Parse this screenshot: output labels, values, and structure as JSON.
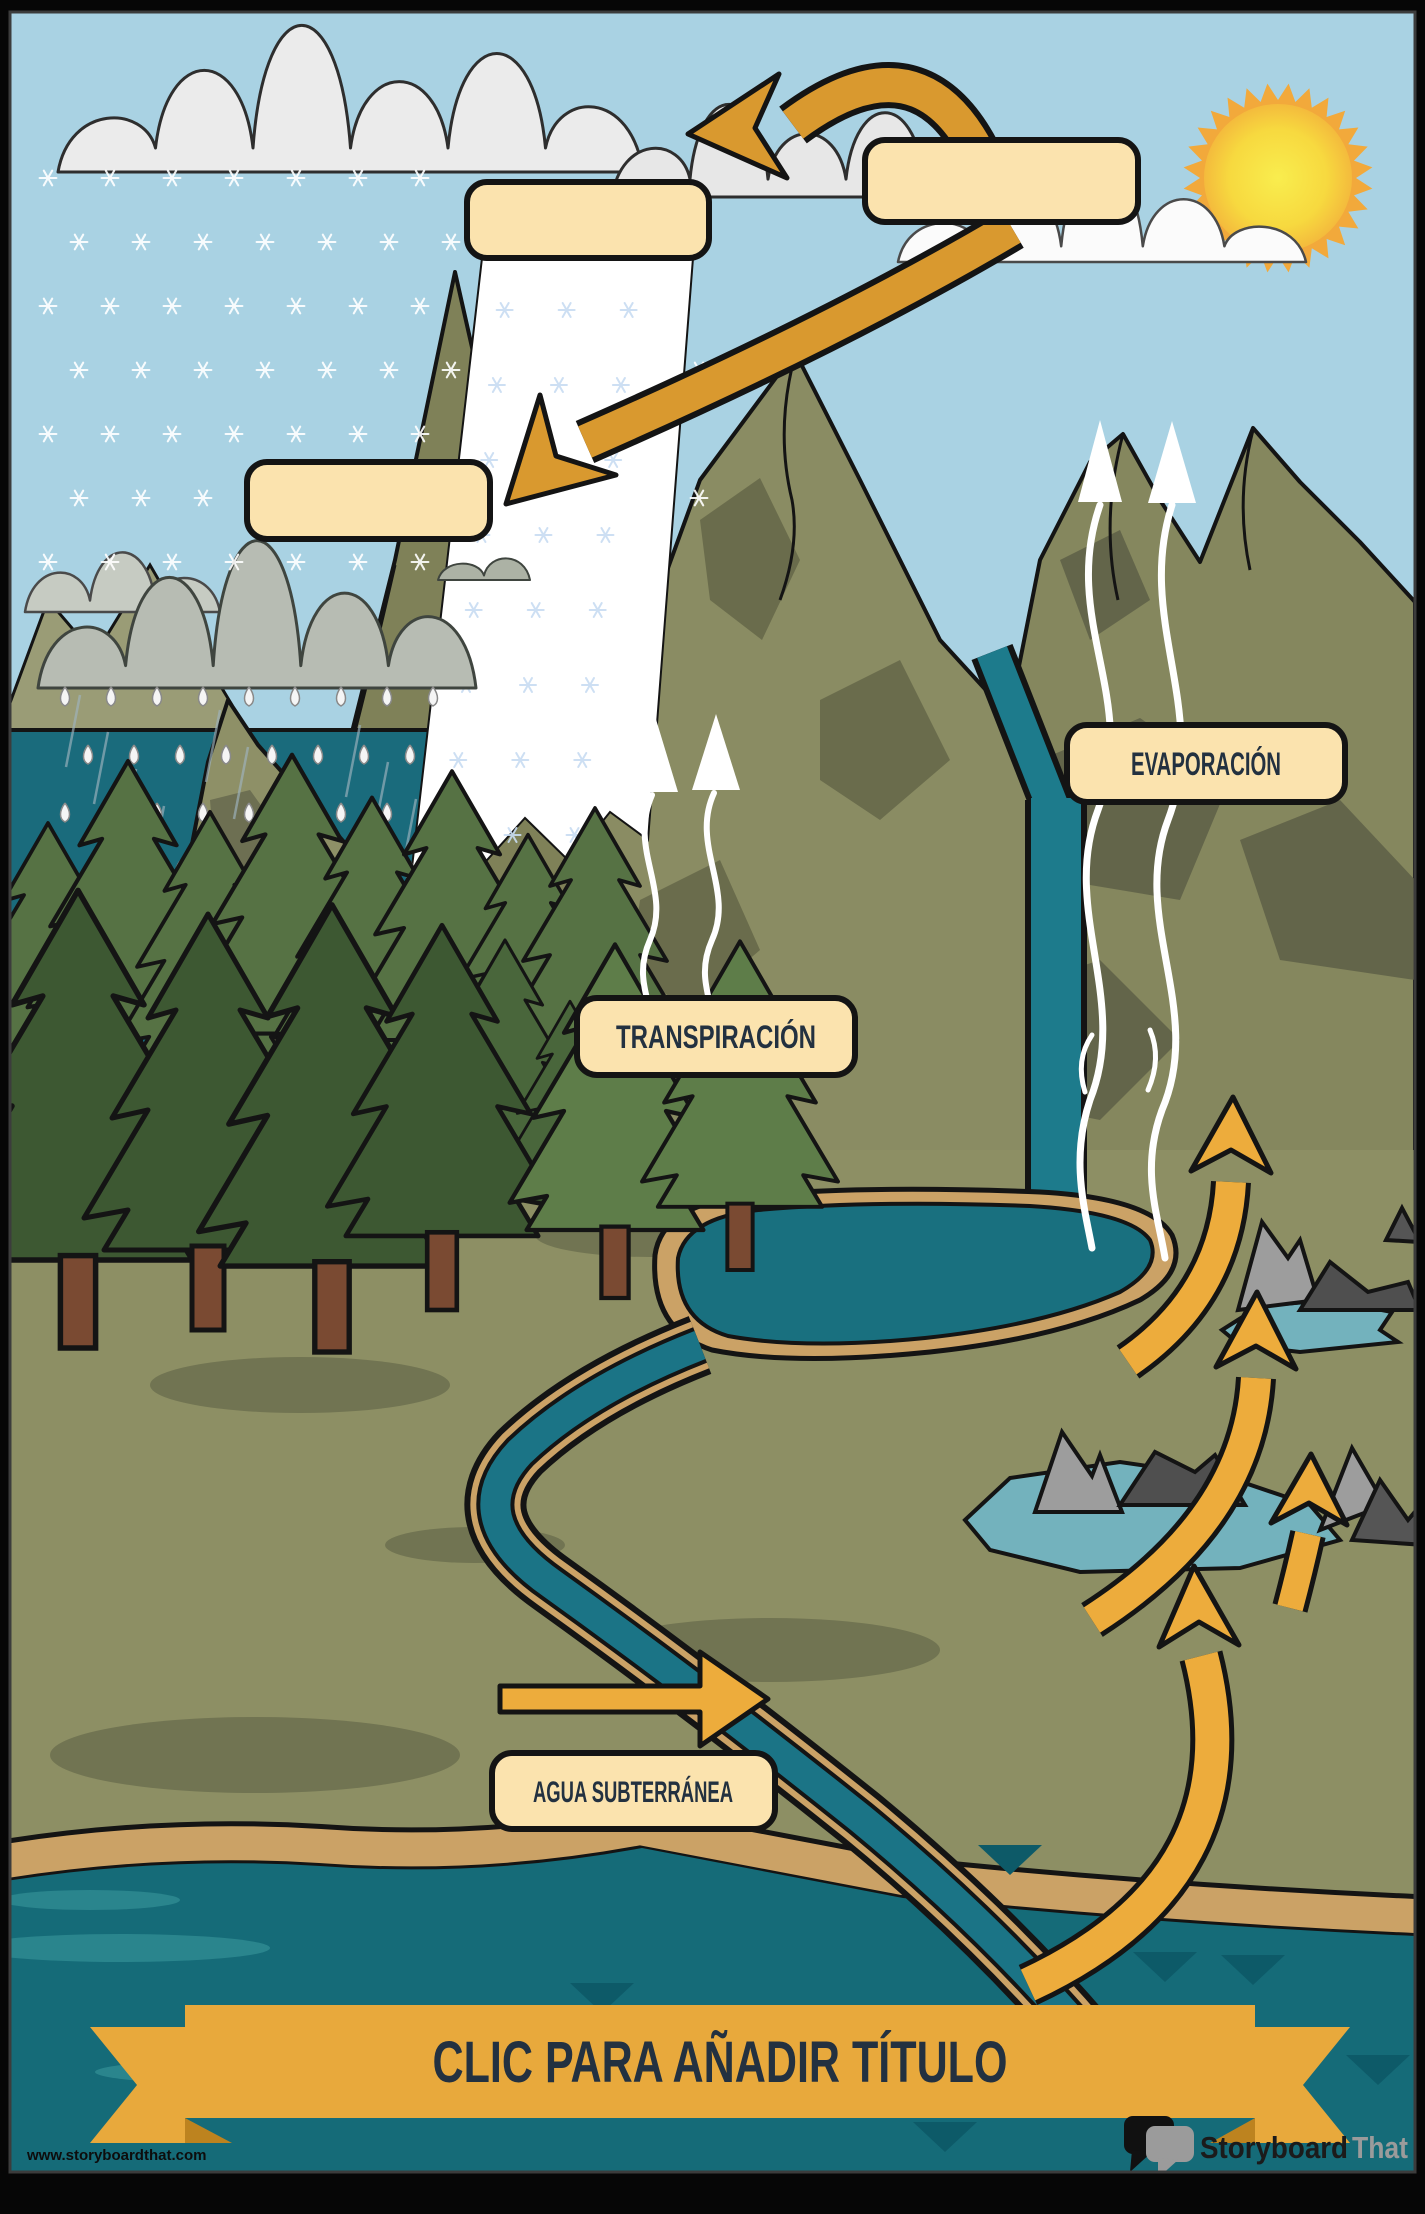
{
  "labels": {
    "evaporation": "EVAPORACIÓN",
    "transpiration": "TRANSPIRACIÓN",
    "groundwater": "AGUA SUBTERRÁNEA",
    "blank_1": "",
    "blank_2": "",
    "blank_3": ""
  },
  "banner": {
    "title": "CLIC PARA AÑADIR TÍTULO"
  },
  "watermark": "www.storyboardthat.com",
  "logo": {
    "part1": "Storyboard",
    "part2": "That"
  },
  "colors": {
    "sky": "#A9D2E3",
    "mountain": "#85875E",
    "mountain_shadow": "#63654A",
    "ground": "#8D8F64",
    "sea": "#156B78",
    "river": "#1B7486",
    "pool": "#73B2BD",
    "sand": "#CBA266",
    "tree_dark": "#3D5832",
    "tree_mid": "#567244",
    "tree_light": "#5E7D49",
    "arrow_gold": "#E2A035",
    "arrow_gold_bright": "#EDAC3C",
    "label_fill": "#FBE3AE",
    "banner_gold": "#E8A93C",
    "text_dark": "#233140",
    "cloud_white": "#EBEBEB",
    "cloud_gray": "#B7BCB3",
    "sun_inner": "#F9ED4E",
    "sun_outer": "#F2A93B"
  }
}
